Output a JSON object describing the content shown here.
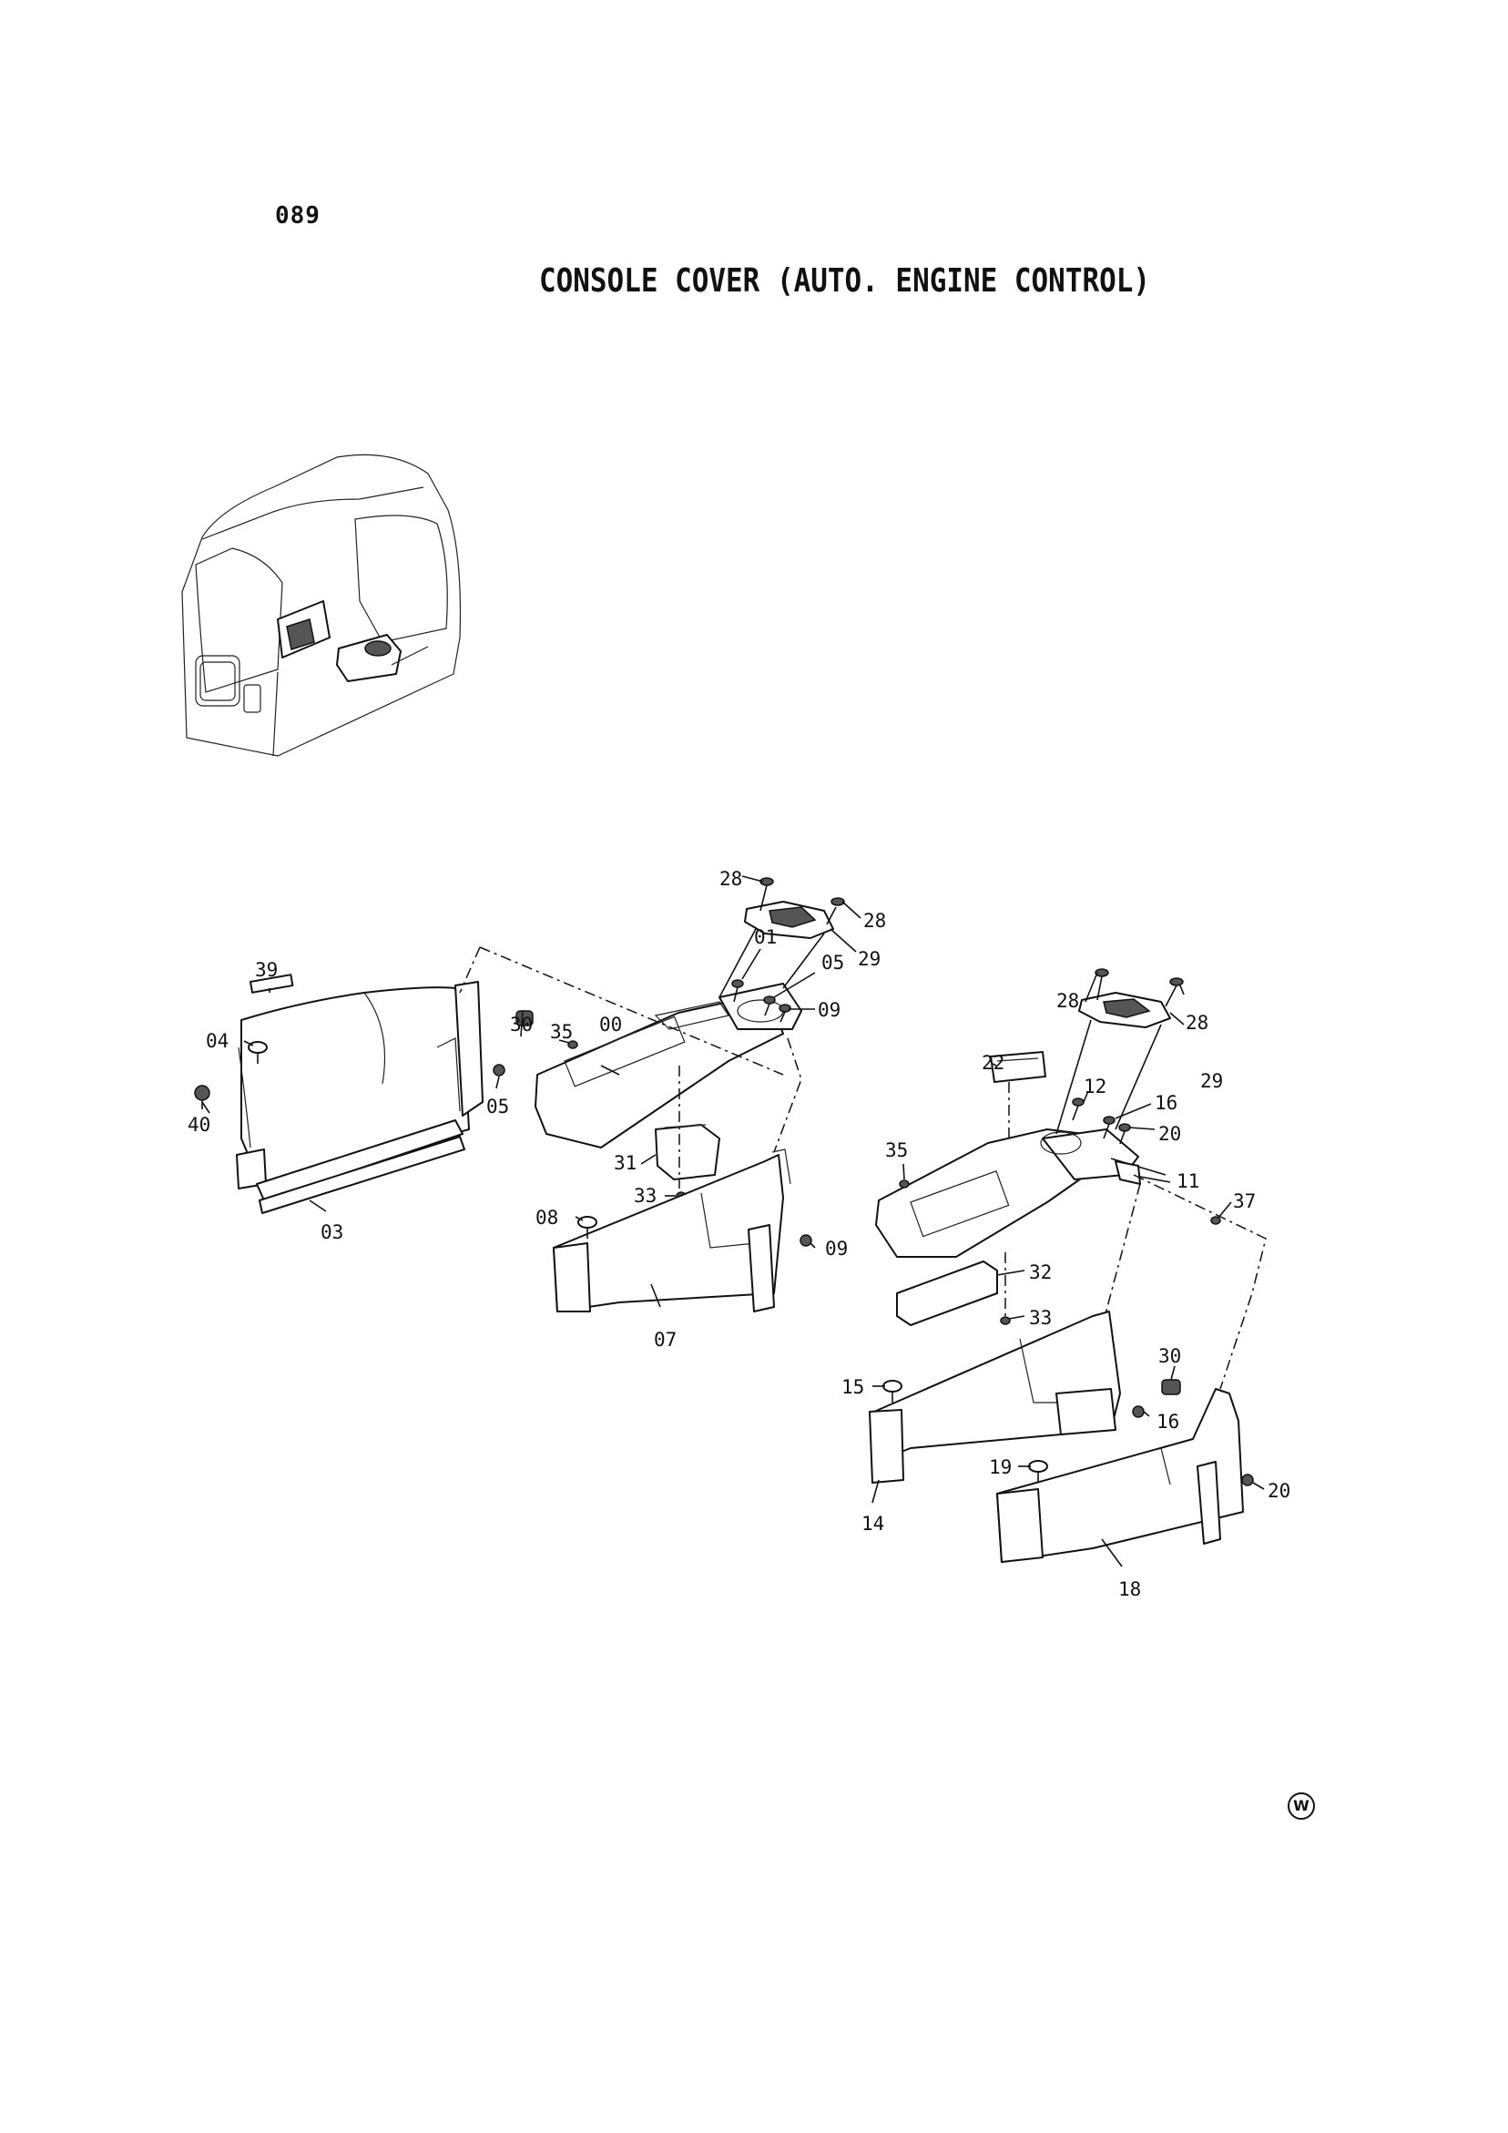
{
  "page_number": "089",
  "title": "CONSOLE COVER (AUTO. ENGINE CONTROL)",
  "watermark": "W",
  "labels": {
    "l28a": "28",
    "l28b": "28",
    "l29a": "29",
    "l39": "39",
    "l01": "01",
    "l05a": "05",
    "l09a": "09",
    "l04": "04",
    "l30a": "30",
    "l35a": "35",
    "l00": "00",
    "l40": "40",
    "l05b": "05",
    "l31": "31",
    "l33a": "33",
    "l03": "03",
    "l08": "08",
    "l09b": "09",
    "l07": "07",
    "l28c": "28",
    "l28d": "28",
    "l29b": "29",
    "l22": "22",
    "l12": "12",
    "l16a": "16",
    "l20a": "20",
    "l35b": "35",
    "l11": "11",
    "l37": "37",
    "l32": "32",
    "l33b": "33",
    "l30b": "30",
    "l15": "15",
    "l16b": "16",
    "l19": "19",
    "l20b": "20",
    "l14": "14",
    "l18": "18"
  }
}
